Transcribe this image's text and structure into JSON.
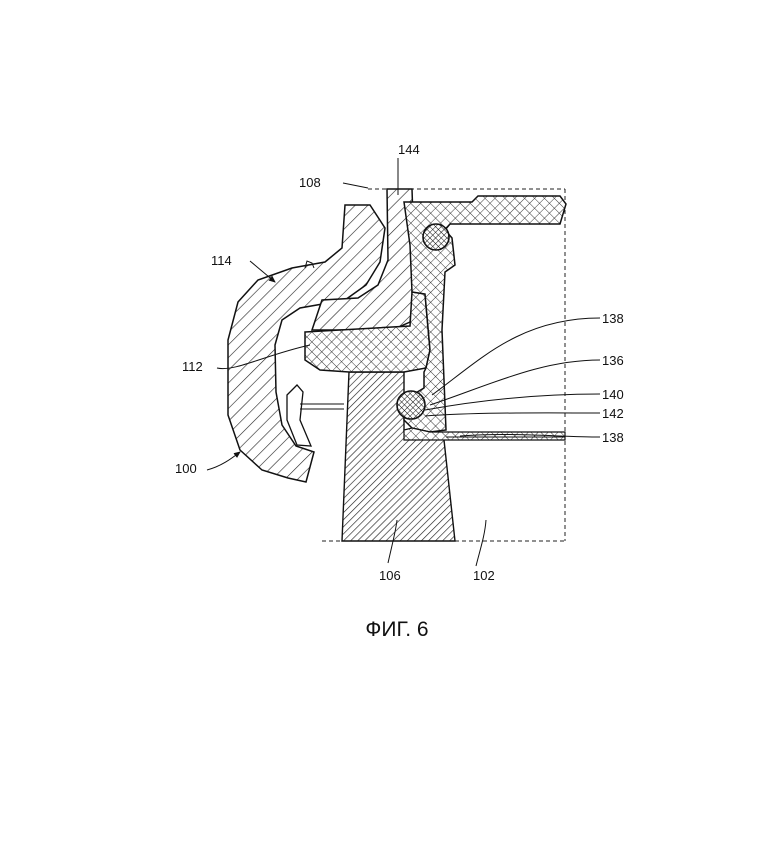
{
  "figure": {
    "caption": "ФИГ. 6",
    "labels": {
      "l100": "100",
      "l102": "102",
      "l106": "106",
      "l108": "108",
      "l112": "112",
      "l114": "114",
      "l136": "136",
      "l138a": "138",
      "l138b": "138",
      "l140": "140",
      "l142": "142",
      "l144": "144"
    }
  }
}
